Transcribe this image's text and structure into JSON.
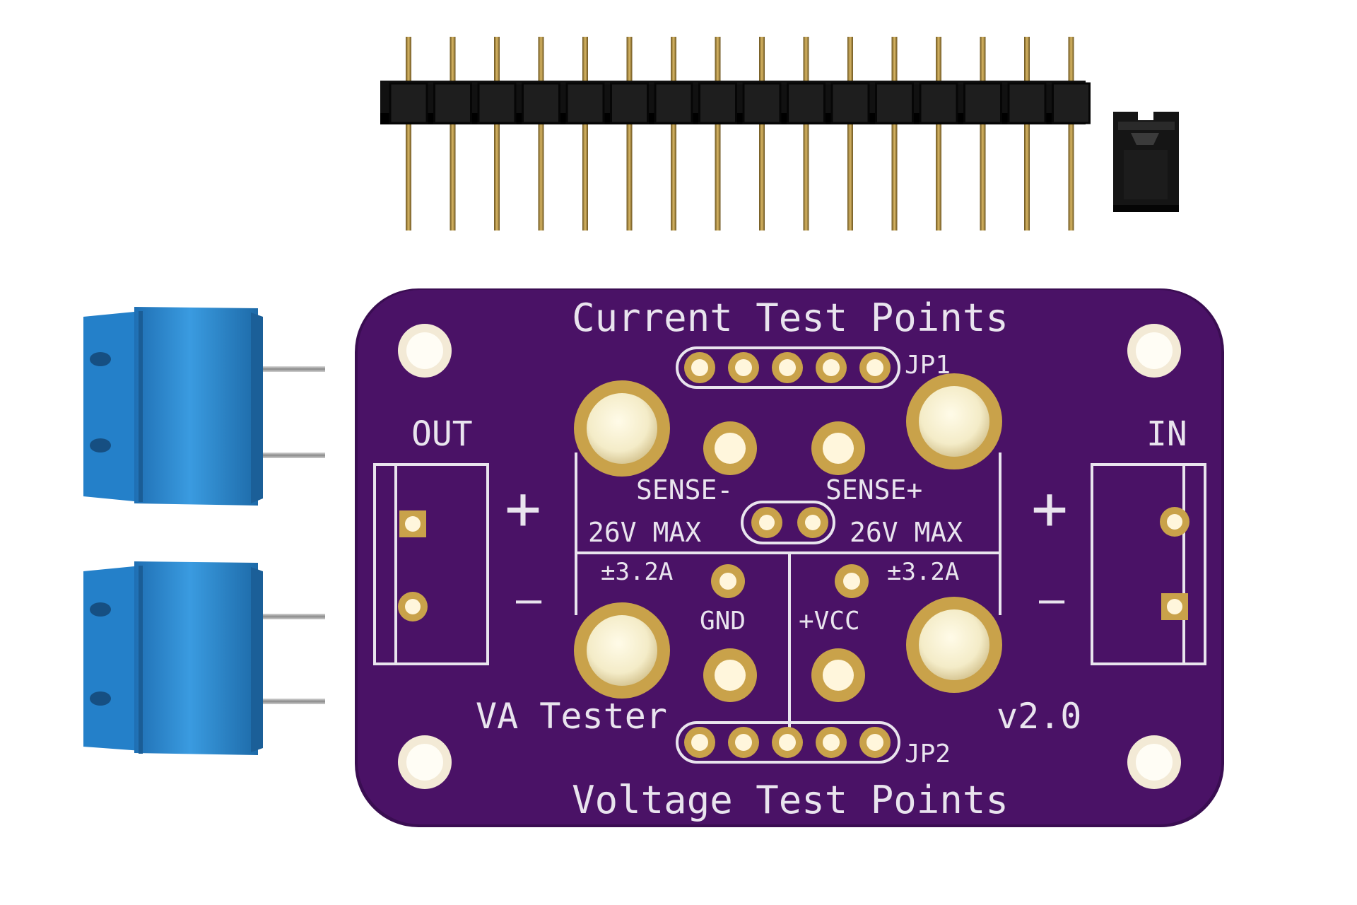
{
  "board": {
    "title_top": "Current Test Points",
    "title_bottom": "Voltage Test Points",
    "name": "VA Tester",
    "version": "v2.0",
    "jp1": "JP1",
    "jp2": "JP2",
    "out_label": "OUT",
    "in_label": "IN",
    "sense_minus": "SENSE-",
    "sense_plus": "SENSE+",
    "max_voltage_left": "26V MAX",
    "max_voltage_right": "26V MAX",
    "max_current_left": "±3.2A",
    "max_current_right": "±3.2A",
    "gnd": "GND",
    "vcc": "+VCC",
    "plus_left": "+",
    "minus_left": "—",
    "plus_right": "+",
    "minus_right": "—",
    "colors": {
      "pcb": "#4a1266",
      "silkscreen": "#e9e4ee",
      "gold": "#c9a24a",
      "terminal_block": "#2f8fd6",
      "header_plastic": "#111111"
    }
  },
  "components": {
    "pin_header_pins": 16,
    "terminal_blocks": 2,
    "jumpers": 1
  }
}
